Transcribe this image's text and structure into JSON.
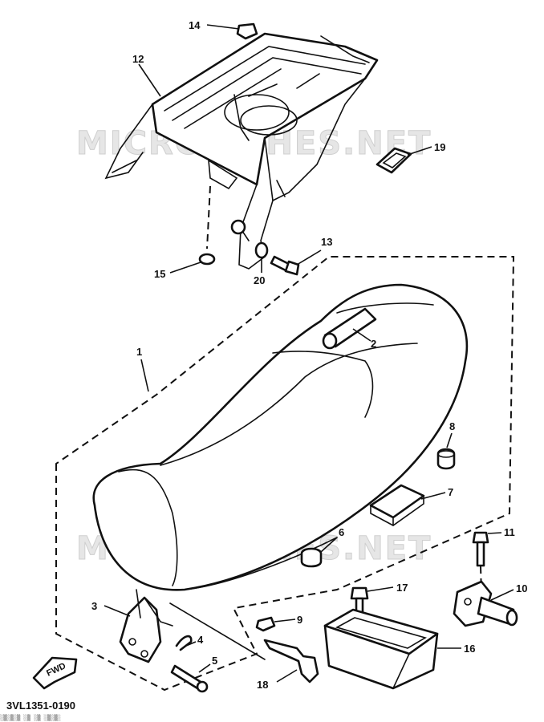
{
  "watermark": "MICROFICHES.NET",
  "diagram_code": "3VL1351-0190",
  "forward_label": "FWD",
  "footer_noise": "░▒░▒░▒ ░▒ ░▒     ░▒░▒░",
  "callouts": {
    "p1": "1",
    "p2": "2",
    "p3": "3",
    "p4": "4",
    "p5": "5",
    "p6": "6",
    "p7": "7",
    "p8": "8",
    "p9": "9",
    "p10": "10",
    "p11": "11",
    "p12": "12",
    "p13": "13",
    "p14": "14",
    "p15": "15",
    "p16": "16",
    "p17": "17",
    "p18": "18",
    "p19": "19",
    "p20": "20"
  }
}
